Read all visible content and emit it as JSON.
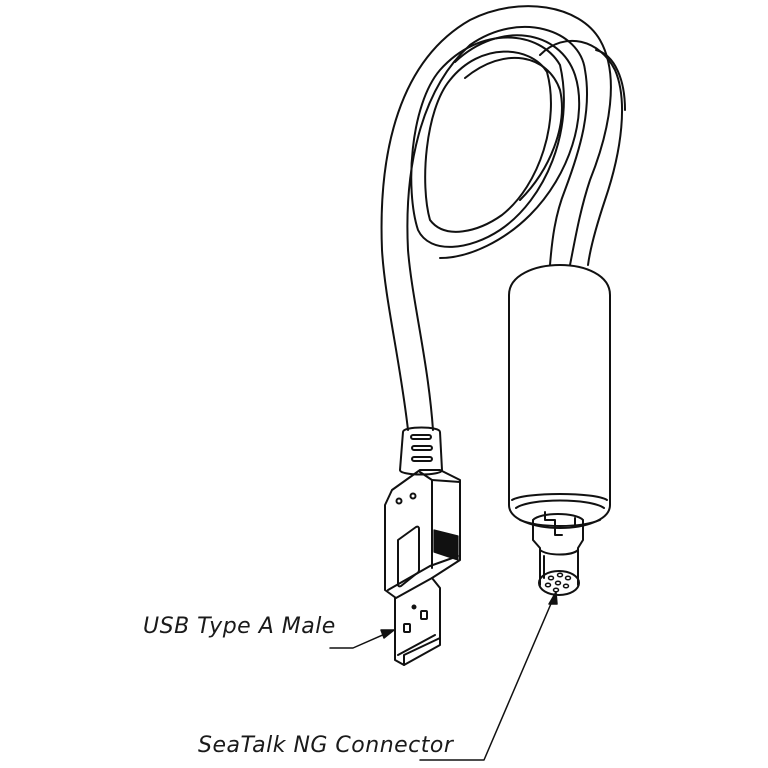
{
  "diagram": {
    "subject": "USB to SeaTalk NG cable",
    "style": "black line-art technical illustration on white",
    "colors": {
      "background": "#ffffff",
      "line": "#111111",
      "text": "#1a1a1a"
    }
  },
  "labels": {
    "usb": "USB Type A Male",
    "seatalk": "SeaTalk NG Connector"
  },
  "components": [
    {
      "id": "usb-plug",
      "name": "USB Type A Male plug"
    },
    {
      "id": "cable-loop",
      "name": "Coiled cable"
    },
    {
      "id": "inline-module",
      "name": "Cylindrical inline module"
    },
    {
      "id": "seatalk-connector",
      "name": "SeaTalk NG Connector",
      "pins": 7
    }
  ]
}
